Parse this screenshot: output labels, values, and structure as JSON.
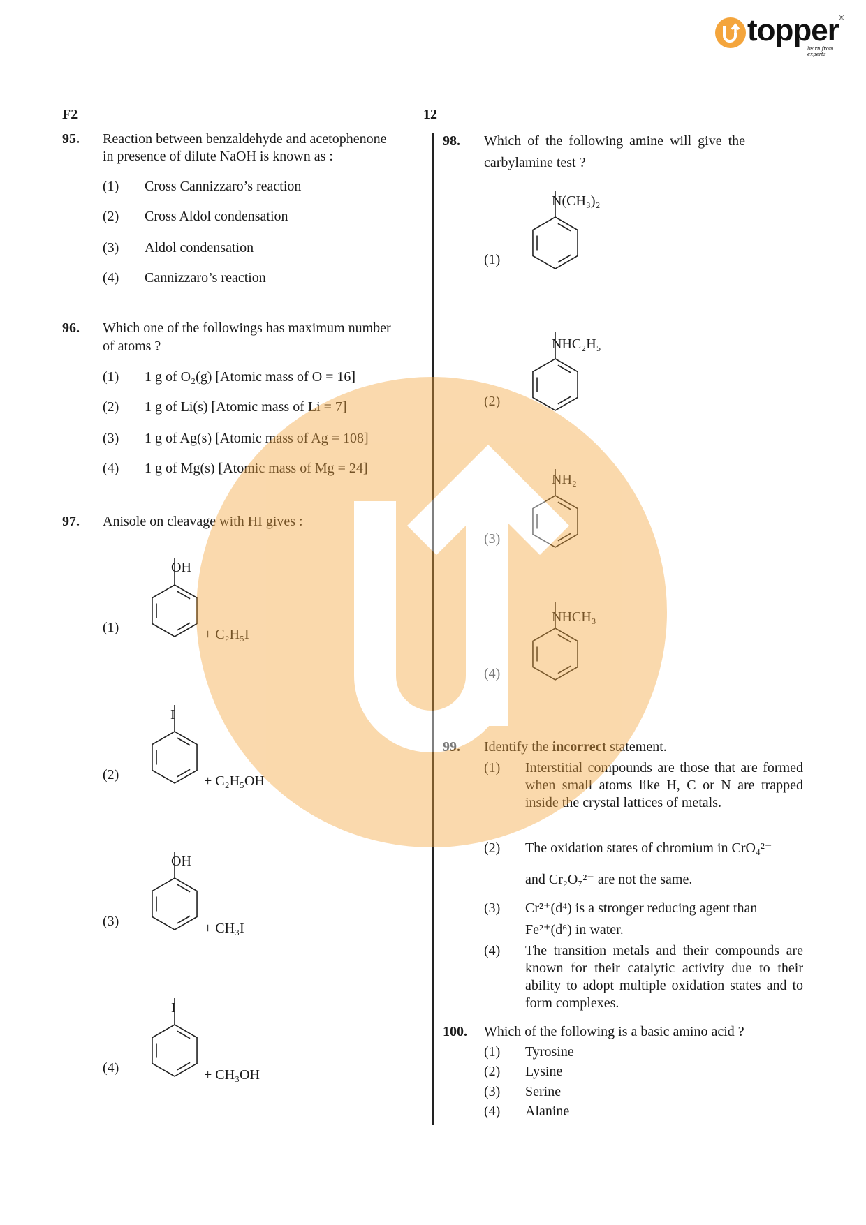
{
  "header": {
    "code": "F2",
    "page": "12",
    "brand": "topper",
    "brand_tagline": "learn from experts",
    "registered": "®",
    "brand_color": "#f4a53c"
  },
  "q95": {
    "num": "95.",
    "line1": "Reaction between benzaldehyde and acetophenone",
    "line2": "in presence of dilute NaOH is known as :",
    "options": [
      {
        "n": "(1)",
        "t": "Cross Cannizzaro’s reaction"
      },
      {
        "n": "(2)",
        "t": "Cross Aldol condensation"
      },
      {
        "n": "(3)",
        "t": "Aldol condensation"
      },
      {
        "n": "(4)",
        "t": "Cannizzaro’s reaction"
      }
    ]
  },
  "q96": {
    "num": "96.",
    "line1": "Which one of the followings has maximum number",
    "line2": "of atoms ?",
    "options": [
      {
        "n": "(1)",
        "t": "1 g of O₂(g) [Atomic mass of O = 16]"
      },
      {
        "n": "(2)",
        "t": "1 g of Li(s) [Atomic mass of Li = 7]"
      },
      {
        "n": "(3)",
        "t": "1 g of Ag(s) [Atomic mass of Ag = 108]"
      },
      {
        "n": "(4)",
        "t": "1 g of Mg(s) [Atomic mass of Mg = 24]"
      }
    ]
  },
  "q97": {
    "num": "97.",
    "text": "Anisole on cleavage with HI gives :",
    "options": [
      {
        "n": "(1)",
        "sub": "OH",
        "rest": "+ C₂H₅I"
      },
      {
        "n": "(2)",
        "sub": "I",
        "rest": "+ C₂H₅OH"
      },
      {
        "n": "(3)",
        "sub": "OH",
        "rest": "+ CH₃I"
      },
      {
        "n": "(4)",
        "sub": "I",
        "rest": "+ CH₃OH"
      }
    ]
  },
  "q98": {
    "num": "98.",
    "line1": "Which of the following amine will give the",
    "line2": "carbylamine test ?",
    "options": [
      {
        "n": "(1)",
        "sub": "N(CH₃)₂"
      },
      {
        "n": "(2)",
        "sub": "NHC₂H₅"
      },
      {
        "n": "(3)",
        "sub": "NH₂"
      },
      {
        "n": "(4)",
        "sub": "NHCH₃"
      }
    ]
  },
  "q99": {
    "num": "99.",
    "pre": "Identify the ",
    "bold": "incorrect",
    "post": " statement.",
    "options": [
      {
        "n": "(1)",
        "t": "Interstitial compounds are those that are formed when small atoms like H, C or N are trapped inside the crystal lattices of metals."
      },
      {
        "n": "(2)",
        "t": "The oxidation states of chromium in CrO₄²⁻",
        "t2": "and Cr₂O₇²⁻ are not the same."
      },
      {
        "n": "(3)",
        "t": "Cr²⁺(d⁴) is a stronger reducing agent than",
        "t2": "Fe²⁺(d⁶) in water."
      },
      {
        "n": "(4)",
        "t": "The transition metals and their compounds are known for their catalytic activity due to their ability to adopt multiple oxidation states and to form complexes."
      }
    ]
  },
  "q100": {
    "num": "100.",
    "text": "Which of the following is a basic amino acid ?",
    "options": [
      {
        "n": "(1)",
        "t": "Tyrosine"
      },
      {
        "n": "(2)",
        "t": "Lysine"
      },
      {
        "n": "(3)",
        "t": "Serine"
      },
      {
        "n": "(4)",
        "t": "Alanine"
      }
    ]
  }
}
